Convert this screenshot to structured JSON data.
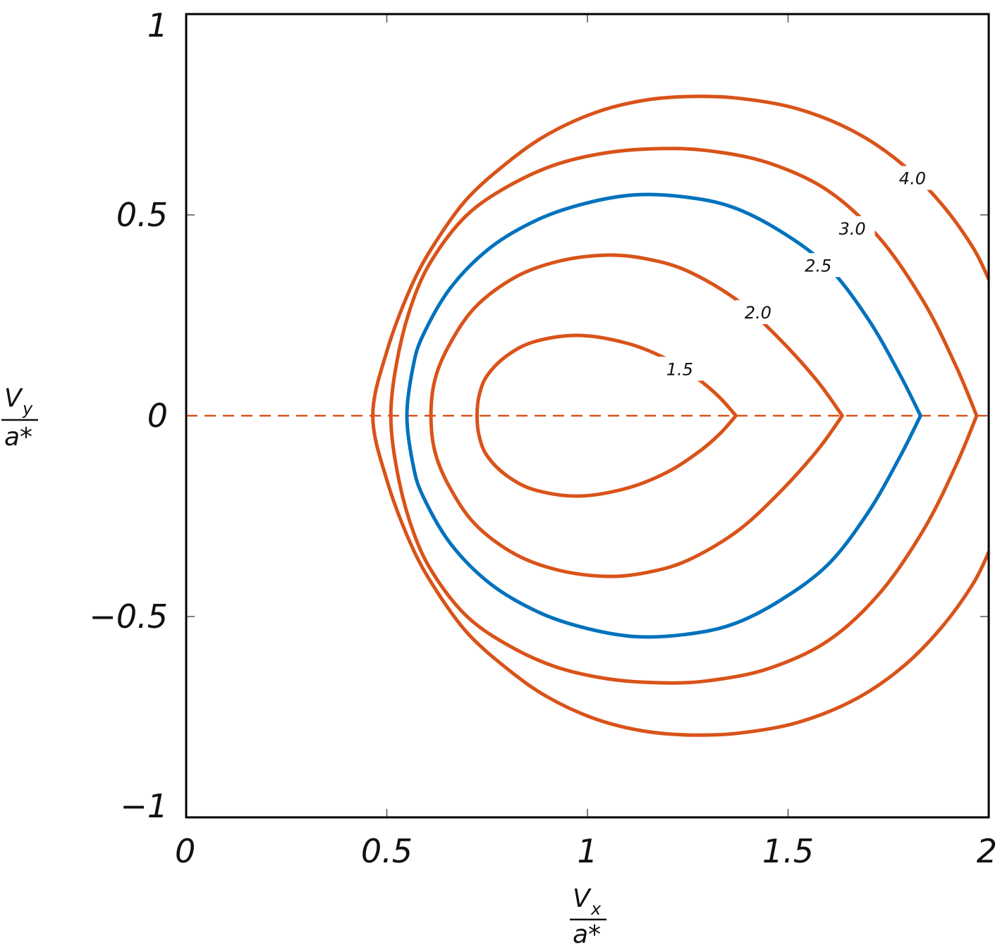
{
  "chart_data": {
    "type": "line",
    "title": "",
    "xlabel": {
      "var": "V",
      "sub": "x",
      "den": "a*"
    },
    "ylabel": {
      "var": "V",
      "sub": "y",
      "den": "a*"
    },
    "xlim": [
      0,
      2
    ],
    "ylim": [
      -1,
      1
    ],
    "xticks": [
      0,
      0.5,
      1,
      1.5,
      2
    ],
    "yticks": [
      -1,
      -0.5,
      0,
      0.5,
      1
    ],
    "xtick_labels": [
      "0",
      "0.5",
      "1",
      "1.5",
      "2"
    ],
    "ytick_labels": [
      "−1",
      "−0.5",
      "0",
      "0.5",
      "1"
    ],
    "grid": false,
    "colors": {
      "orange": "#d95319",
      "blue": "#0072bd"
    },
    "reference_line": {
      "y": 0,
      "style": "dashed",
      "color": "#d95319"
    },
    "series": [
      {
        "label": "1.5",
        "color": "#d95319",
        "label_at": [
          1.23,
          0.117
        ],
        "points": [
          [
            1.37,
            0
          ],
          [
            1.33,
            0.045
          ],
          [
            1.28,
            0.088
          ],
          [
            1.2,
            0.14
          ],
          [
            1.1,
            0.18
          ],
          [
            0.98,
            0.2
          ],
          [
            0.87,
            0.185
          ],
          [
            0.8,
            0.15
          ],
          [
            0.75,
            0.1
          ],
          [
            0.73,
            0.05
          ],
          [
            0.725,
            0
          ],
          [
            0.73,
            -0.05
          ],
          [
            0.75,
            -0.1
          ],
          [
            0.8,
            -0.15
          ],
          [
            0.87,
            -0.185
          ],
          [
            0.98,
            -0.2
          ],
          [
            1.1,
            -0.18
          ],
          [
            1.2,
            -0.14
          ],
          [
            1.28,
            -0.088
          ],
          [
            1.33,
            -0.045
          ],
          [
            1.37,
            0
          ]
        ]
      },
      {
        "label": "2.0",
        "color": "#d95319",
        "label_at": [
          1.425,
          0.258
        ],
        "points": [
          [
            1.635,
            0
          ],
          [
            1.57,
            0.09
          ],
          [
            1.47,
            0.2
          ],
          [
            1.37,
            0.29
          ],
          [
            1.25,
            0.36
          ],
          [
            1.15,
            0.39
          ],
          [
            1.05,
            0.4
          ],
          [
            0.93,
            0.385
          ],
          [
            0.82,
            0.345
          ],
          [
            0.72,
            0.27
          ],
          [
            0.655,
            0.175
          ],
          [
            0.62,
            0.09
          ],
          [
            0.61,
            0
          ],
          [
            0.62,
            -0.09
          ],
          [
            0.655,
            -0.175
          ],
          [
            0.72,
            -0.27
          ],
          [
            0.82,
            -0.345
          ],
          [
            0.93,
            -0.385
          ],
          [
            1.05,
            -0.4
          ],
          [
            1.15,
            -0.39
          ],
          [
            1.25,
            -0.36
          ],
          [
            1.37,
            -0.29
          ],
          [
            1.47,
            -0.2
          ],
          [
            1.57,
            -0.09
          ],
          [
            1.635,
            0
          ]
        ]
      },
      {
        "label": "2.5",
        "color": "#0072bd",
        "label_at": [
          1.575,
          0.375
        ],
        "points": [
          [
            1.83,
            0
          ],
          [
            1.78,
            0.1
          ],
          [
            1.7,
            0.24
          ],
          [
            1.6,
            0.37
          ],
          [
            1.48,
            0.46
          ],
          [
            1.36,
            0.52
          ],
          [
            1.24,
            0.545
          ],
          [
            1.12,
            0.55
          ],
          [
            1.0,
            0.53
          ],
          [
            0.88,
            0.49
          ],
          [
            0.76,
            0.42
          ],
          [
            0.66,
            0.32
          ],
          [
            0.59,
            0.2
          ],
          [
            0.565,
            0.12
          ],
          [
            0.55,
            0
          ],
          [
            0.565,
            -0.12
          ],
          [
            0.59,
            -0.2
          ],
          [
            0.66,
            -0.32
          ],
          [
            0.76,
            -0.42
          ],
          [
            0.88,
            -0.49
          ],
          [
            1.0,
            -0.53
          ],
          [
            1.12,
            -0.55
          ],
          [
            1.24,
            -0.545
          ],
          [
            1.36,
            -0.52
          ],
          [
            1.48,
            -0.46
          ],
          [
            1.6,
            -0.37
          ],
          [
            1.7,
            -0.24
          ],
          [
            1.78,
            -0.1
          ],
          [
            1.83,
            0
          ]
        ]
      },
      {
        "label": "3.0",
        "color": "#d95319",
        "label_at": [
          1.66,
          0.467
        ],
        "points": [
          [
            1.97,
            0
          ],
          [
            1.92,
            0.12
          ],
          [
            1.84,
            0.28
          ],
          [
            1.73,
            0.44
          ],
          [
            1.6,
            0.56
          ],
          [
            1.45,
            0.63
          ],
          [
            1.3,
            0.66
          ],
          [
            1.18,
            0.665
          ],
          [
            1.05,
            0.655
          ],
          [
            0.92,
            0.625
          ],
          [
            0.8,
            0.57
          ],
          [
            0.7,
            0.5
          ],
          [
            0.62,
            0.4
          ],
          [
            0.57,
            0.3
          ],
          [
            0.53,
            0.16
          ],
          [
            0.51,
            0
          ],
          [
            0.53,
            -0.16
          ],
          [
            0.57,
            -0.3
          ],
          [
            0.62,
            -0.4
          ],
          [
            0.7,
            -0.5
          ],
          [
            0.8,
            -0.57
          ],
          [
            0.92,
            -0.625
          ],
          [
            1.05,
            -0.655
          ],
          [
            1.18,
            -0.665
          ],
          [
            1.3,
            -0.66
          ],
          [
            1.45,
            -0.63
          ],
          [
            1.6,
            -0.56
          ],
          [
            1.73,
            -0.44
          ],
          [
            1.84,
            -0.28
          ],
          [
            1.92,
            -0.12
          ],
          [
            1.97,
            0
          ]
        ]
      },
      {
        "label": "4.0",
        "color": "#d95319",
        "label_at": [
          1.81,
          0.592
        ],
        "points": [
          [
            2.0,
            0.34
          ],
          [
            1.96,
            0.42
          ],
          [
            1.88,
            0.53
          ],
          [
            1.78,
            0.63
          ],
          [
            1.66,
            0.71
          ],
          [
            1.52,
            0.765
          ],
          [
            1.38,
            0.79
          ],
          [
            1.26,
            0.795
          ],
          [
            1.14,
            0.785
          ],
          [
            1.02,
            0.755
          ],
          [
            0.9,
            0.7
          ],
          [
            0.8,
            0.63
          ],
          [
            0.7,
            0.54
          ],
          [
            0.62,
            0.43
          ],
          [
            0.56,
            0.32
          ],
          [
            0.5,
            0.16
          ],
          [
            0.465,
            0
          ],
          [
            0.5,
            -0.16
          ],
          [
            0.56,
            -0.32
          ],
          [
            0.62,
            -0.43
          ],
          [
            0.7,
            -0.54
          ],
          [
            0.8,
            -0.63
          ],
          [
            0.9,
            -0.7
          ],
          [
            1.02,
            -0.755
          ],
          [
            1.14,
            -0.785
          ],
          [
            1.26,
            -0.795
          ],
          [
            1.38,
            -0.79
          ],
          [
            1.52,
            -0.765
          ],
          [
            1.66,
            -0.71
          ],
          [
            1.78,
            -0.63
          ],
          [
            1.88,
            -0.53
          ],
          [
            1.96,
            -0.42
          ],
          [
            2.0,
            -0.34
          ]
        ]
      }
    ]
  }
}
